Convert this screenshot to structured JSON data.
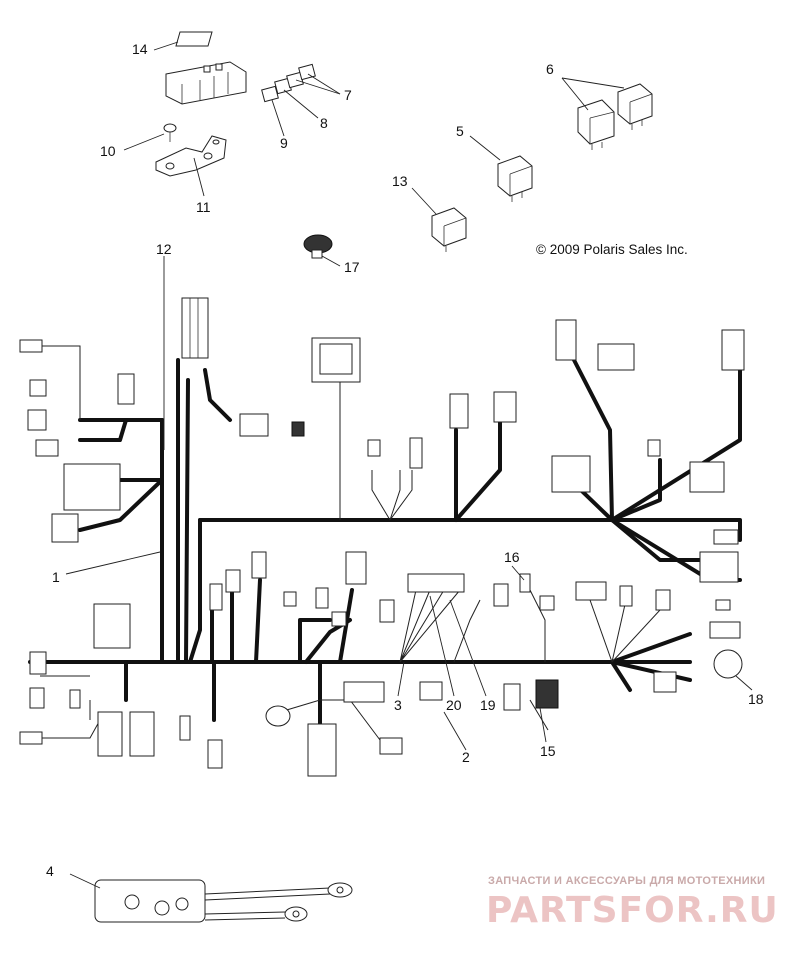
{
  "copyright": "© 2009 Polaris Sales Inc.",
  "watermark": {
    "tagline": "ЗАПЧАСТИ И АКСЕССУАРЫ ДЛЯ МОТОТЕХНИКИ",
    "brand": "PARTSFOR.RU",
    "color": "#e7b9b9"
  },
  "callouts": {
    "c1": "1",
    "c2": "2",
    "c3": "3",
    "c4": "4",
    "c5": "5",
    "c6": "6",
    "c7": "7",
    "c8": "8",
    "c9": "9",
    "c10": "10",
    "c11": "11",
    "c12": "12",
    "c13": "13",
    "c14": "14",
    "c15": "15",
    "c16": "16",
    "c17": "17",
    "c18": "18",
    "c19": "19",
    "c20": "20"
  }
}
